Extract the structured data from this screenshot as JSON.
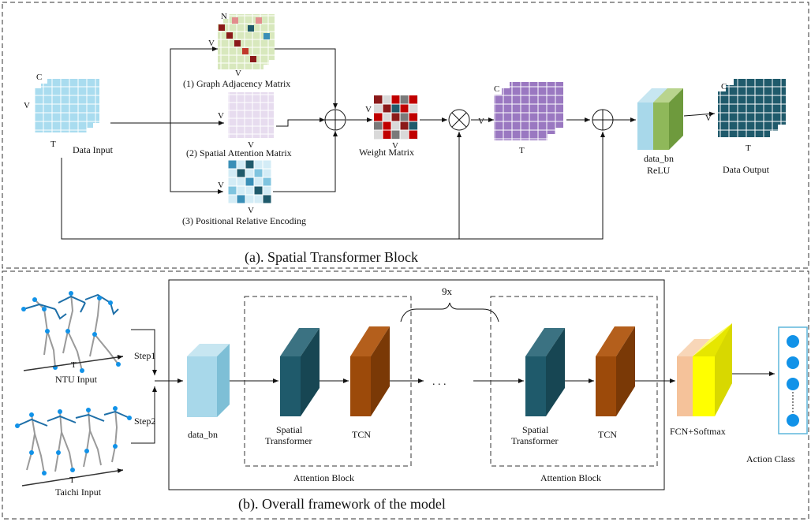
{
  "part_a": {
    "caption": "(a). Spatial Transformer Block",
    "data_input": {
      "label": "Data Input",
      "c": "C",
      "v": "V",
      "t": "T"
    },
    "graph_adjacency": {
      "label": "(1) Graph Adjacency Matrix",
      "n": "N",
      "v1": "V",
      "v2": "V"
    },
    "spatial_attention": {
      "label": "(2) Spatial Attention Matrix",
      "v1": "V",
      "v2": "V"
    },
    "positional": {
      "label": "(3) Positional Relative Encoding",
      "v1": "V",
      "v2": "V"
    },
    "weight_matrix": {
      "label": "Weight Matrix",
      "v1": "V",
      "v2": "V"
    },
    "mid_tensor": {
      "c": "C",
      "v": "V",
      "t": "T"
    },
    "bn_relu": {
      "label1": "data_bn",
      "label2": "ReLU"
    },
    "data_output": {
      "label": "Data Output",
      "c": "C",
      "v": "V",
      "t": "T"
    }
  },
  "part_b": {
    "caption": "(b). Overall framework of the model",
    "ntu_input": {
      "label": "NTU Input",
      "t": "T"
    },
    "taichi_input": {
      "label": "Taichi Input",
      "t": "T"
    },
    "step1": "Step1",
    "step2": "Step2",
    "data_bn": "data_bn",
    "spatial_transformer": [
      "Spatial",
      "Transformer"
    ],
    "tcn": "TCN",
    "attention_block": "Attention Block",
    "repeat": "9x",
    "dots": ". . .",
    "fcn": "FCN+Softmax",
    "action_class": "Action Class"
  },
  "colors": {
    "light_blue": "#a8d8ea",
    "dark_teal": "#1f5a6b",
    "brown": "#9c4a0a",
    "purple": "#9b79c2",
    "green": "#8fb85a",
    "peach": "#f5c29a",
    "yellow": "#ffff00",
    "node_blue": "#1192e8"
  }
}
